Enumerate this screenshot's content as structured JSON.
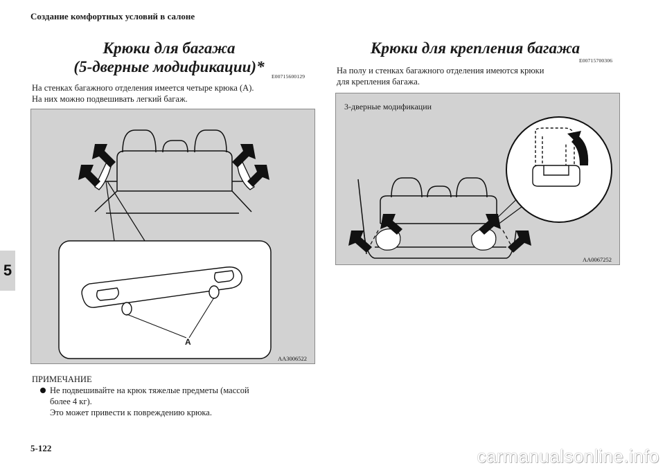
{
  "header": {
    "title": "Создание комфортных условий в салоне"
  },
  "chapter_tab": "5",
  "page_number": "5-122",
  "left_section": {
    "title_line1": "Крюки для багажа",
    "title_line2": "(5-дверные модификации)*",
    "code": "E00715600129",
    "body_line1": "На стенках багажного отделения имеется четыре крюка (A).",
    "body_line2": "На них можно подвешивать легкий багаж.",
    "figure": {
      "code": "AA3006522",
      "callout_label": "A"
    },
    "note": {
      "heading": "ПРИМЕЧАНИЕ",
      "bullet_line1": "Не подвешивайте на крюк тяжелые предметы (массой",
      "bullet_line2": "более 4 кг).",
      "bullet_line3": "Это может привести к повреждению крюка."
    }
  },
  "right_section": {
    "title": "Крюки для крепления багажа",
    "code": "E00715700306",
    "body_line1": "На полу и стенках багажного отделения имеются крюки",
    "body_line2": "для крепления багажа.",
    "figure": {
      "caption": "3-дверные модификации",
      "code": "AA0067252"
    }
  },
  "watermark": "carmanualsonline.info"
}
